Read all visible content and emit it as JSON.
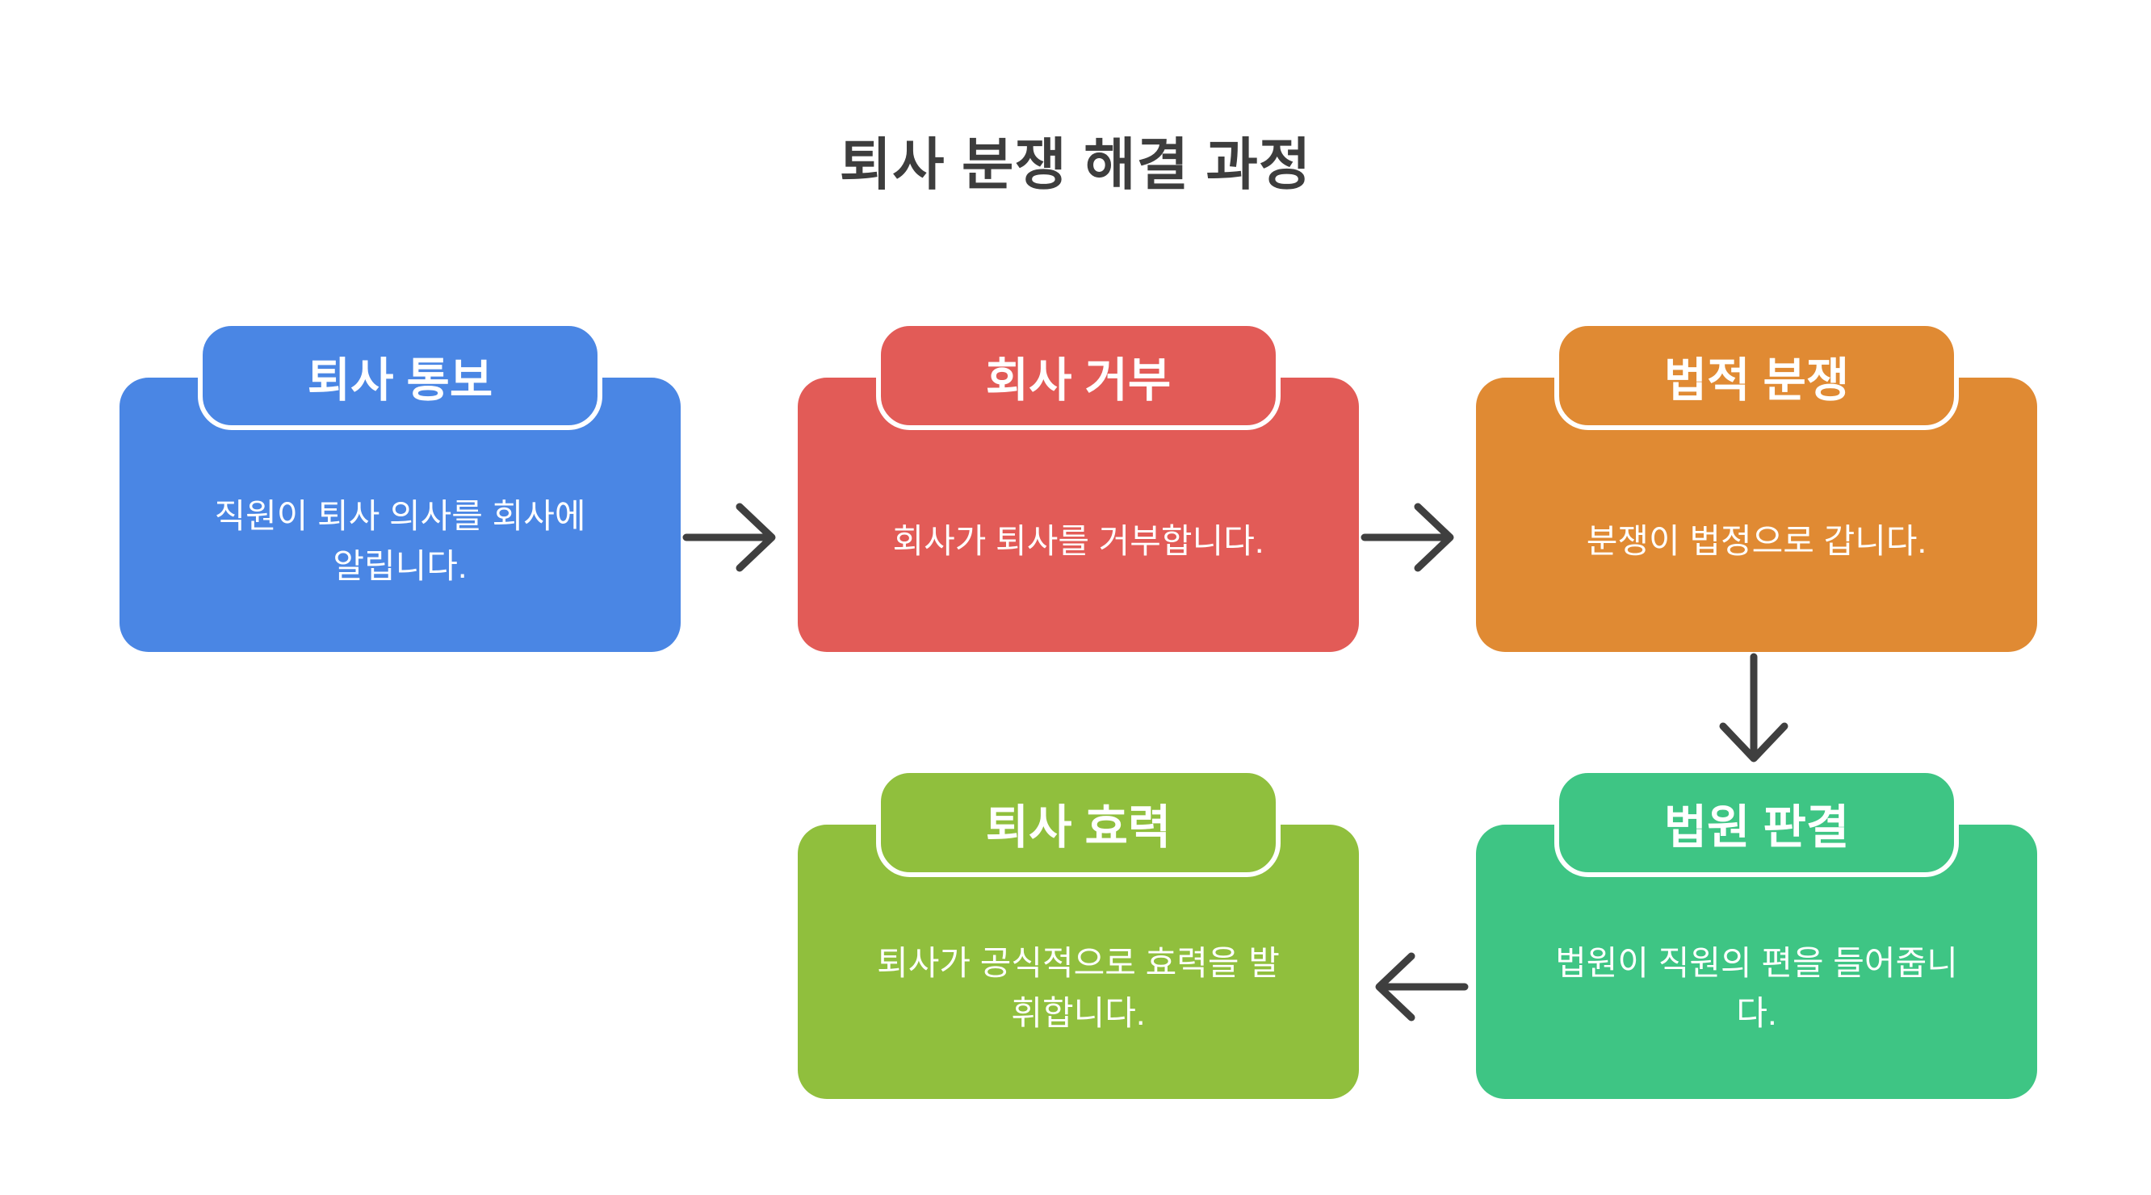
{
  "page": {
    "title": "퇴사 분쟁 해결 과정",
    "title_color": "#3d3d3d",
    "background": "#ffffff"
  },
  "nodes": [
    {
      "label": "퇴사 통보",
      "desc_lines": [
        "직원이 퇴사 의사를 회사에",
        "알립니다."
      ],
      "color": "#4a86e4",
      "text_color": "#ffffff"
    },
    {
      "label": "회사 거부",
      "desc_lines": [
        "회사가 퇴사를 거부합니다."
      ],
      "color": "#e25b57",
      "text_color": "#ffffff"
    },
    {
      "label": "법적 분쟁",
      "desc_lines": [
        "분쟁이 법정으로 갑니다."
      ],
      "color": "#e08a33",
      "text_color": "#ffffff"
    },
    {
      "label": "법원 판결",
      "desc_lines": [
        "법원이 직원의 편을 들어줍니",
        "다."
      ],
      "color": "#3ec584",
      "text_color": "#ffffff"
    },
    {
      "label": "퇴사 효력",
      "desc_lines": [
        "퇴사가 공식적으로 효력을 발",
        "휘합니다."
      ],
      "color": "#90bf3d",
      "text_color": "#ffffff"
    }
  ],
  "arrows": {
    "color": "#3f3f3f",
    "connections": [
      {
        "from": "퇴사 통보",
        "to": "회사 거부",
        "direction": "right"
      },
      {
        "from": "회사 거부",
        "to": "법적 분쟁",
        "direction": "right"
      },
      {
        "from": "법적 분쟁",
        "to": "법원 판결",
        "direction": "down"
      },
      {
        "from": "법원 판결",
        "to": "퇴사 효력",
        "direction": "left"
      }
    ]
  }
}
